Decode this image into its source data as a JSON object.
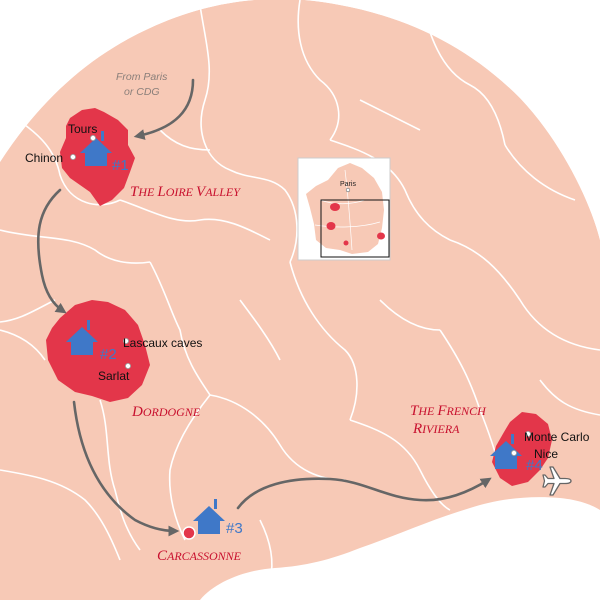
{
  "origin_note": {
    "line1": "From Paris",
    "line2": "or CDG"
  },
  "regions": [
    {
      "id": "loire",
      "caps": [
        "T",
        "L",
        "V"
      ],
      "rest": [
        "HE ",
        "OIRE ",
        "ALLEY"
      ]
    },
    {
      "id": "dordogne",
      "caps": [
        "D"
      ],
      "rest": [
        "ORDOGNE"
      ]
    },
    {
      "id": "carcassonne",
      "caps": [
        "C"
      ],
      "rest": [
        "ARCASSONNE"
      ]
    },
    {
      "id": "riviera",
      "line1": {
        "caps": [
          "T",
          "F"
        ],
        "rest": [
          "HE ",
          "RENCH"
        ]
      },
      "line2": {
        "caps": [
          "R"
        ],
        "rest": [
          "IVIERA"
        ]
      }
    }
  ],
  "stops": [
    "#1",
    "#2",
    "#3",
    "#4"
  ],
  "cities": {
    "tours": "Tours",
    "chinon": "Chinon",
    "lascaux": "Lascaux caves",
    "sarlat": "Sarlat",
    "monte_carlo": "Monte Carlo",
    "nice": "Nice"
  },
  "inset": {
    "capital": "Paris"
  },
  "colors": {
    "land": "#f7c9b6",
    "border": "#ffffff",
    "region": "#e3364a",
    "region_label": "#c8102e",
    "house": "#3f78c8",
    "route": "#666666",
    "background": "#ffffff"
  },
  "icons": [
    "house-icon",
    "airplane-icon",
    "route-arrow"
  ]
}
